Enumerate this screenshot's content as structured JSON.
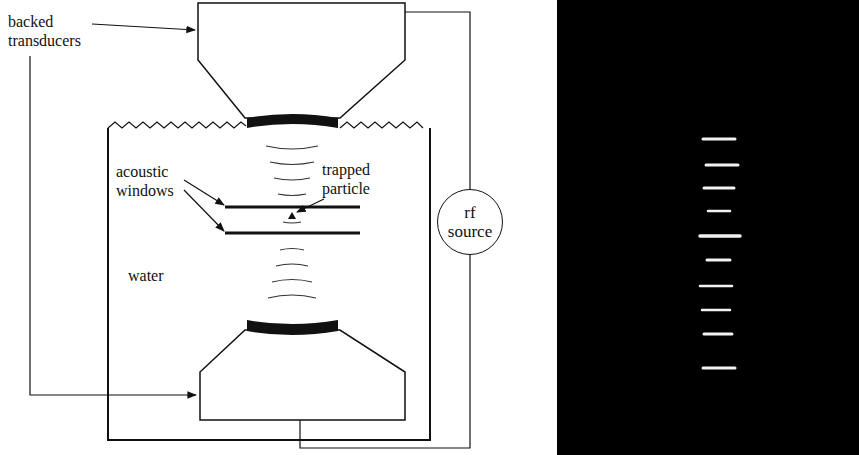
{
  "diagram": {
    "nodes": [
      {
        "text": [
          "rf source"
        ]
      }
    ],
    "labels": [
      "backed transducers",
      "acoustic windows",
      "trapped particle",
      "water"
    ]
  }
}
